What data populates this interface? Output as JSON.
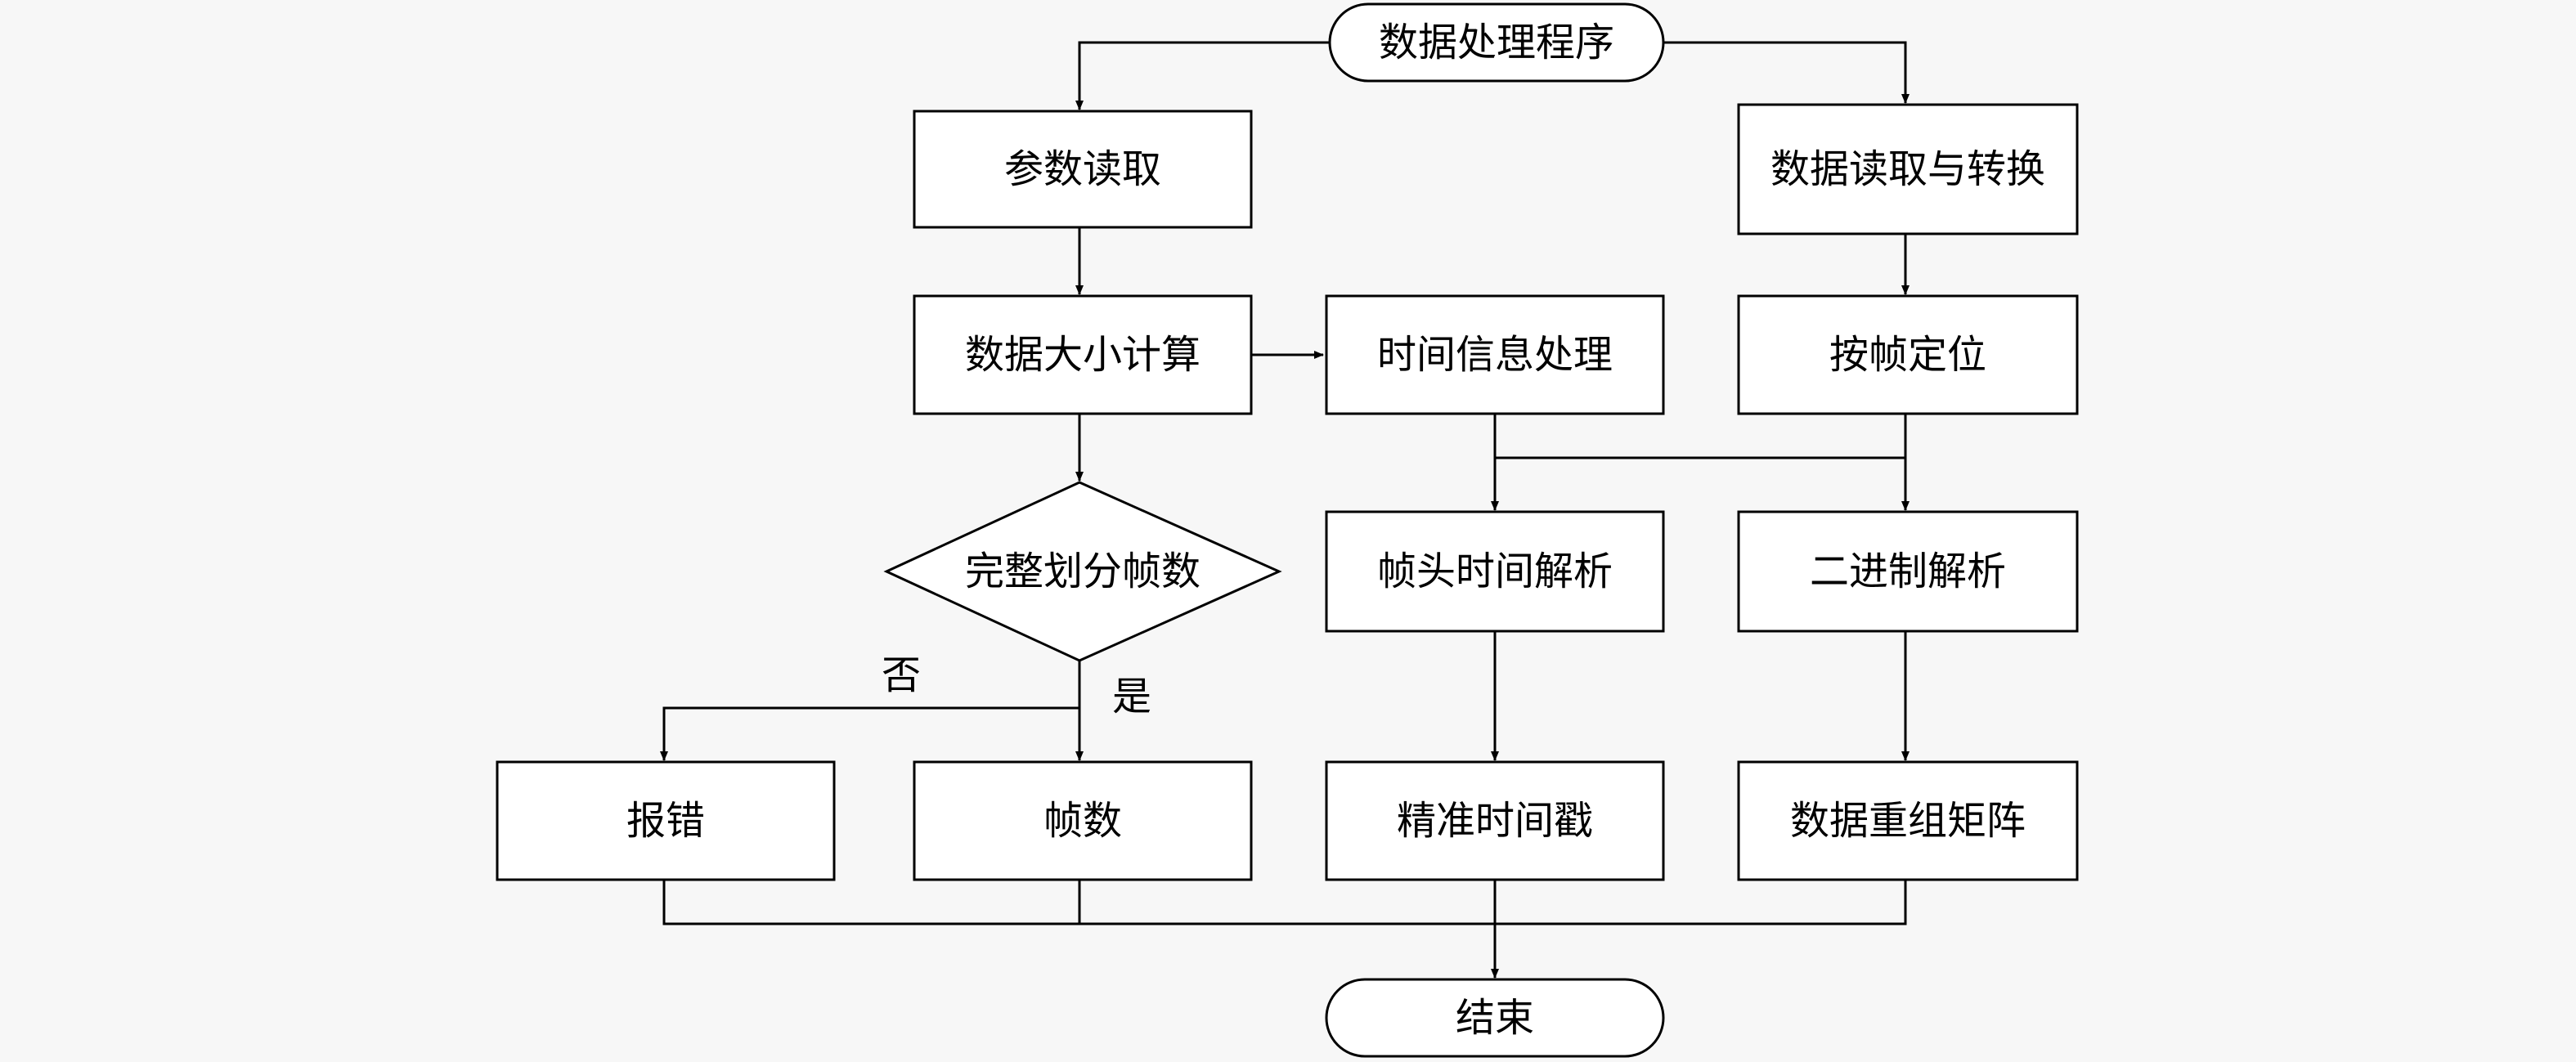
{
  "nodes": {
    "start": "数据处理程序",
    "param_read": "参数读取",
    "data_size_calc": "数据大小计算",
    "divide_frames": "完整划分帧数",
    "error": "报错",
    "frame_count": "帧数",
    "time_info": "时间信息处理",
    "frame_header_time": "帧头时间解析",
    "precise_timestamp": "精准时间戳",
    "data_read_convert": "数据读取与转换",
    "frame_locate": "按帧定位",
    "binary_parse": "二进制解析",
    "reshape_matrix": "数据重组矩阵",
    "end": "结束"
  },
  "edge_labels": {
    "no": "否",
    "yes": "是"
  }
}
